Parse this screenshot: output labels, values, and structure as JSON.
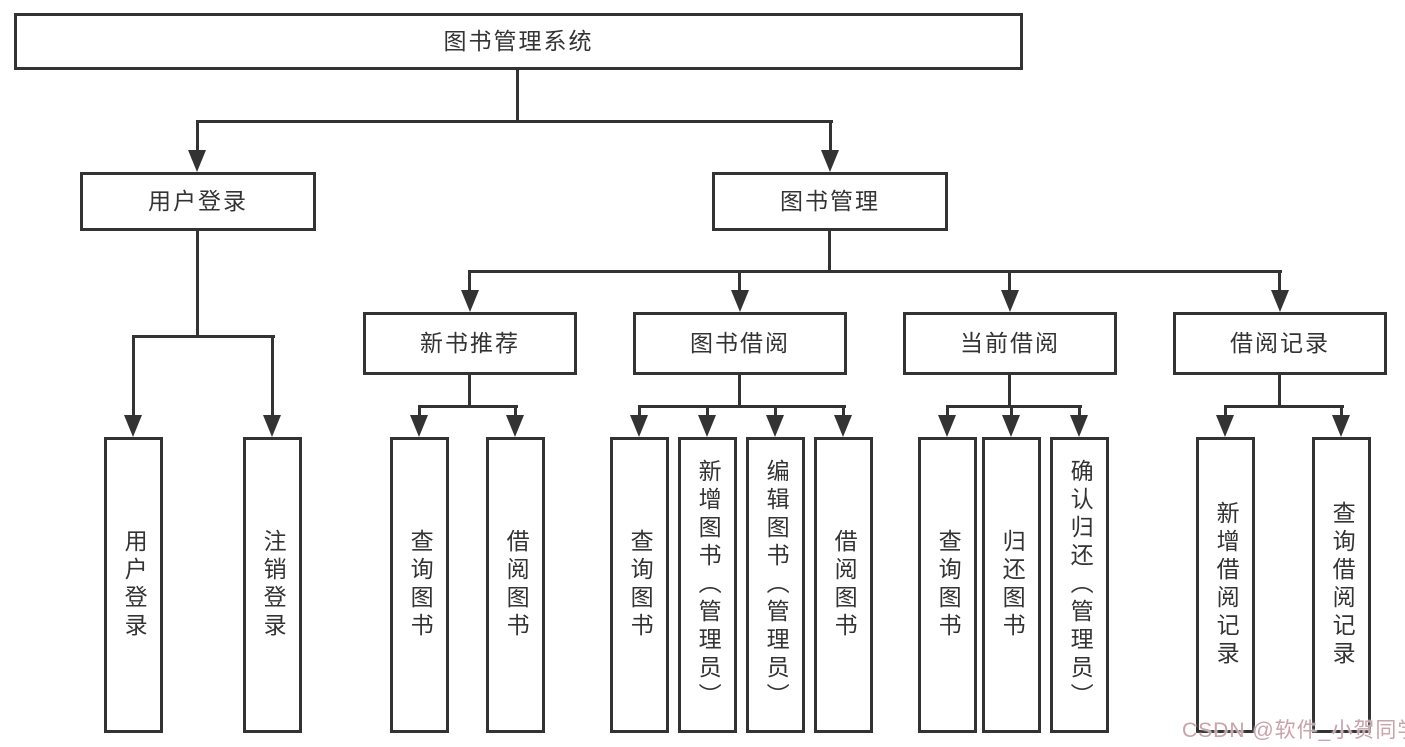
{
  "diagram": {
    "root": "图书管理系统",
    "branches": [
      {
        "label": "用户登录",
        "children": [
          "用户登录",
          "注销登录"
        ]
      },
      {
        "label": "图书管理",
        "sections": [
          {
            "label": "新书推荐",
            "children": [
              "查询图书",
              "借阅图书"
            ]
          },
          {
            "label": "图书借阅",
            "children": [
              "查询图书",
              "新增图书（管理员）",
              "编辑图书（管理员）",
              "借阅图书"
            ]
          },
          {
            "label": "当前借阅",
            "children": [
              "查询图书",
              "归还图书",
              "确认归还（管理员）"
            ]
          },
          {
            "label": "借阅记录",
            "children": [
              "新增借阅记录",
              "查询借阅记录"
            ]
          }
        ]
      }
    ]
  },
  "watermark": {
    "text": "CSDN @软件_小贺同学",
    "color": "#c9a2ac"
  },
  "colors": {
    "line": "#333333",
    "box_border": "#333333",
    "background": "#ffffff"
  }
}
